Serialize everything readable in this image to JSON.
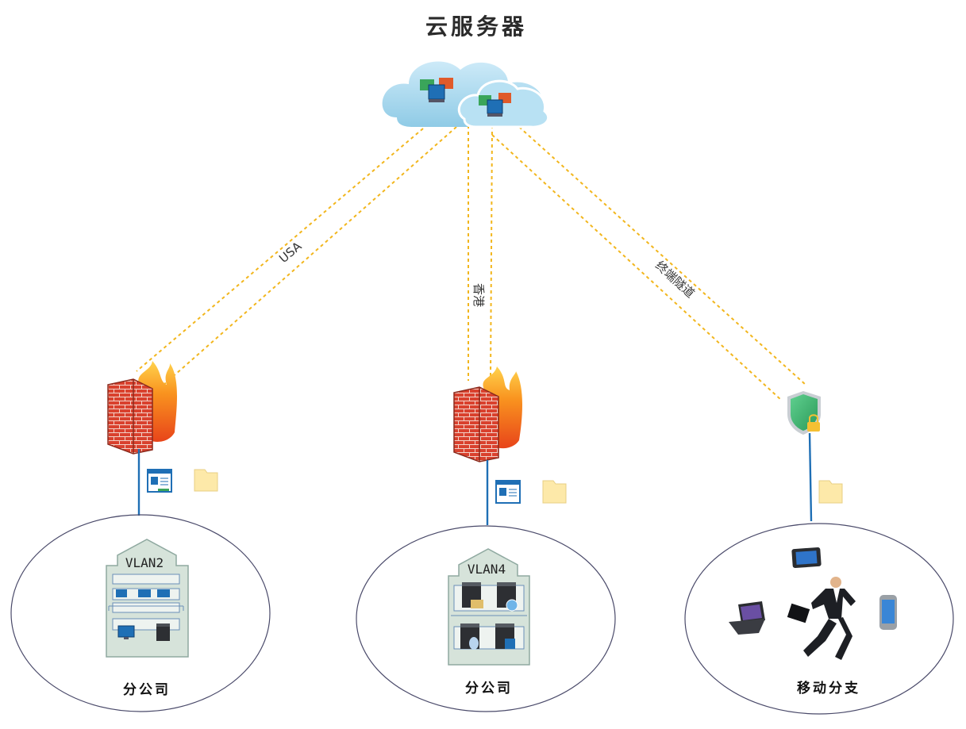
{
  "title": "云服务器",
  "links": {
    "usa": "USA",
    "hongkong": "香港",
    "terminal_tunnel": "终端隧道"
  },
  "zones": {
    "branch_left": {
      "label": "分公司",
      "vlan": "VLAN2"
    },
    "branch_middle": {
      "label": "分公司",
      "vlan": "VLAN4"
    },
    "mobile": {
      "label": "移动分支"
    }
  },
  "colors": {
    "tunnel": "#f2b61d",
    "uplink": "#1f6fb5",
    "cloud": "#a8d8ee",
    "firewall_brick": "#d9412e",
    "shield": "#3cb371",
    "folder": "#fde9a9"
  },
  "icons": [
    "cloud-icon",
    "firewall-icon",
    "shield-lock-icon",
    "server-icon",
    "folder-icon",
    "document-icon",
    "laptop-icon",
    "tablet-icon",
    "phone-icon",
    "businessman-icon"
  ]
}
